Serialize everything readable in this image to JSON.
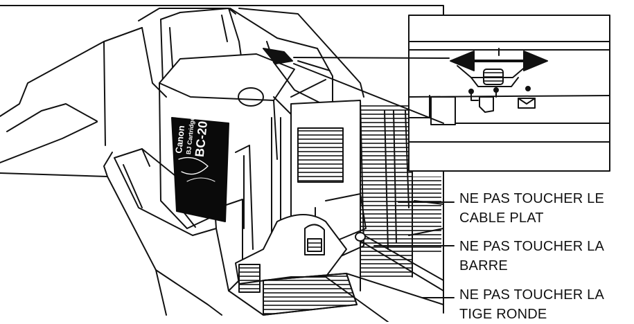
{
  "cartridge": {
    "brand": "Canon",
    "subtitle": "BJ Cartridge",
    "model": "BC-20"
  },
  "callouts": [
    {
      "line1": "NE PAS TOUCHER LE",
      "line2": "CABLE PLAT"
    },
    {
      "line1": "NE PAS TOUCHER LA",
      "line2": "BARRE"
    },
    {
      "line1": "NE PAS TOUCHER LA",
      "line2": "TIGE RONDE"
    }
  ],
  "inset": {
    "lever_direction": "left-right",
    "icons": [
      "paper-icon",
      "envelope-icon"
    ]
  },
  "colors": {
    "ink": "#111111",
    "background": "#ffffff",
    "cartridge_label": "#0a0a0a"
  }
}
